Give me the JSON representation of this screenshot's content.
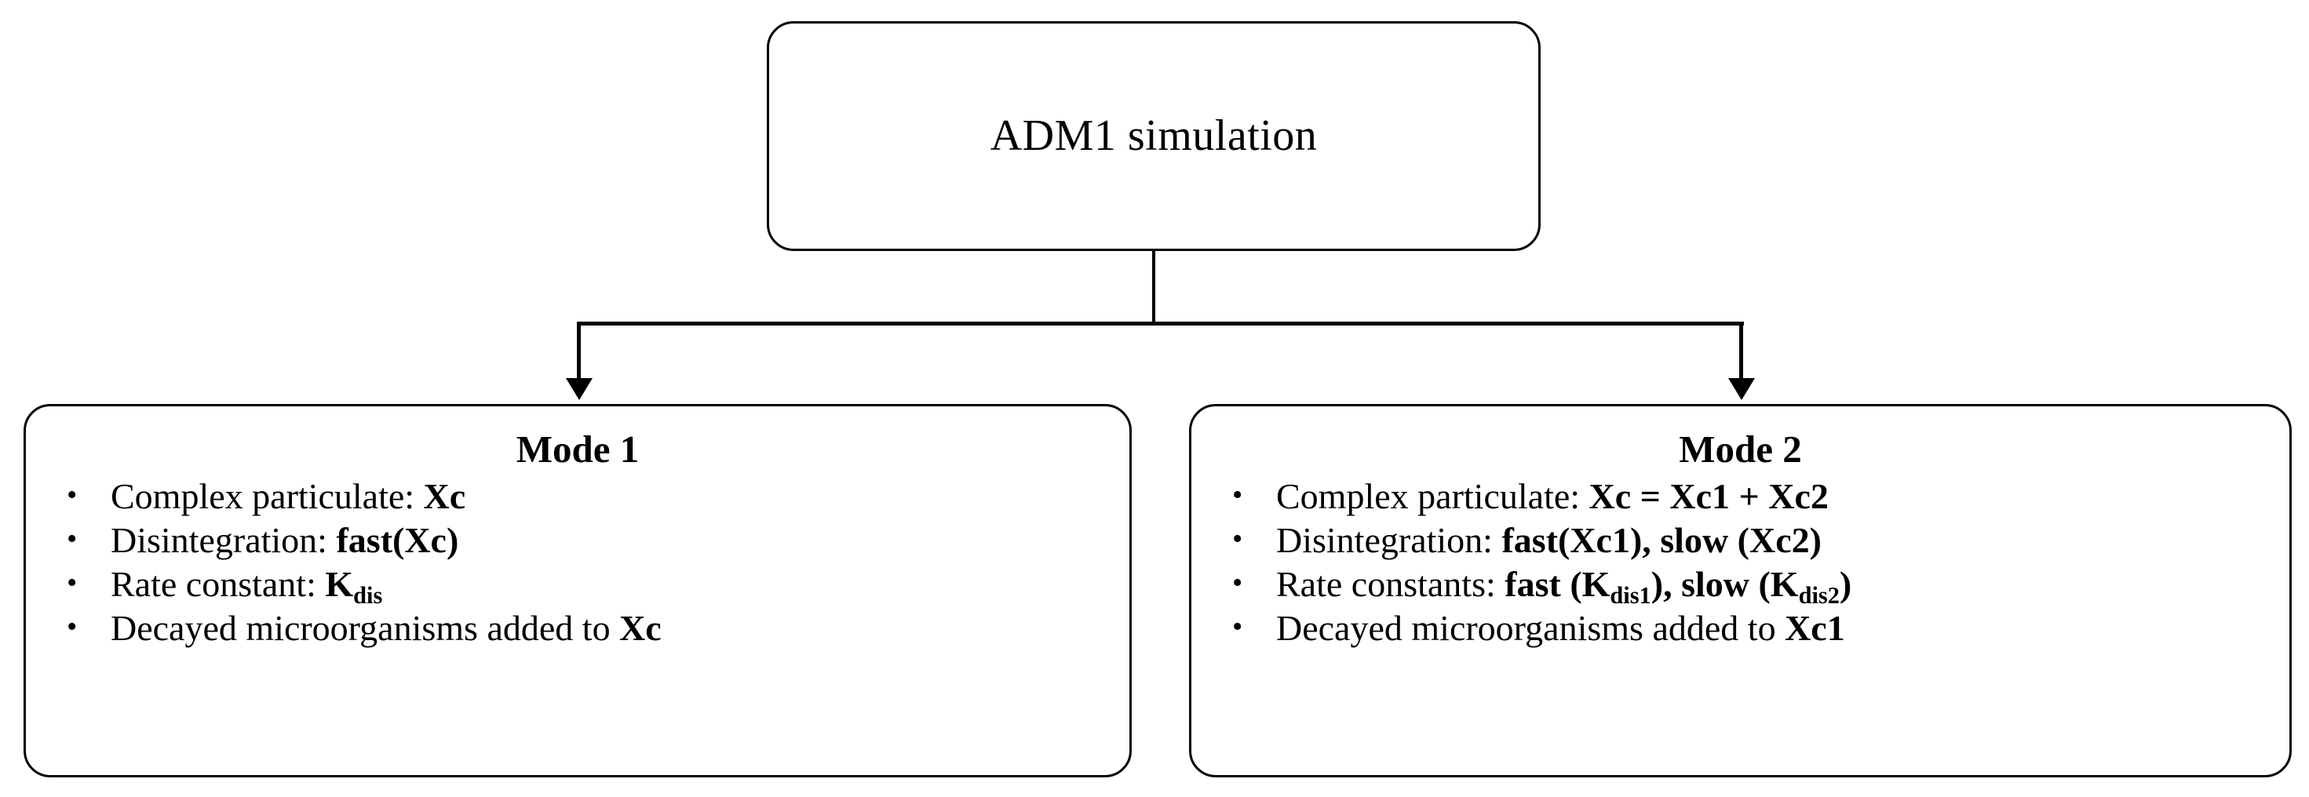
{
  "diagram": {
    "title": "ADM1 simulation mode comparison flowchart",
    "colors": {
      "stroke": "#000000",
      "background": "#ffffff",
      "text": "#000000"
    },
    "root": {
      "label": "ADM1 simulation"
    },
    "branches": [
      {
        "id": "mode1",
        "title": "Mode 1",
        "bullet_glyph": "•",
        "items": [
          {
            "prefix": "Complex particulate: ",
            "emphasis": "Xc",
            "emphasis_sub": "",
            "suffix": "",
            "plain": "Complex particulate: Xc"
          },
          {
            "prefix": "Disintegration: ",
            "emphasis": "fast(Xc)",
            "emphasis_sub": "",
            "suffix": "",
            "plain": "Disintegration: fast(Xc)"
          },
          {
            "prefix": "Rate constant: ",
            "emphasis": "K",
            "emphasis_sub": "dis",
            "suffix": "",
            "plain": "Rate constant: Kdis"
          },
          {
            "prefix": "Decayed microorganisms added to ",
            "emphasis": "Xc",
            "emphasis_sub": "",
            "suffix": "",
            "plain": "Decayed microorganisms added to Xc"
          }
        ]
      },
      {
        "id": "mode2",
        "title": "Mode 2",
        "bullet_glyph": "•",
        "items": [
          {
            "prefix": "Complex particulate: ",
            "emphasis": "Xc = Xc1 + Xc2",
            "emphasis_sub": "",
            "suffix": "",
            "plain": "Complex particulate: Xc = Xc1 + Xc2"
          },
          {
            "prefix": "Disintegration: ",
            "emphasis": "fast(Xc1), slow (Xc2)",
            "emphasis_sub": "",
            "suffix": "",
            "plain": "Disintegration: fast(Xc1), slow (Xc2)"
          },
          {
            "prefix": "Rate constants: ",
            "emphasis": "fast (K",
            "emphasis_sub": "dis1",
            "suffix": "), slow (K",
            "suffix_sub": "dis2",
            "suffix_tail": ")",
            "plain": "Rate constants: fast (Kdis1), slow (Kdis2)"
          },
          {
            "prefix": "Decayed microorganisms added to ",
            "emphasis": "Xc1",
            "emphasis_sub": "",
            "suffix": "",
            "plain": "Decayed microorganisms added to Xc1"
          }
        ]
      }
    ]
  }
}
